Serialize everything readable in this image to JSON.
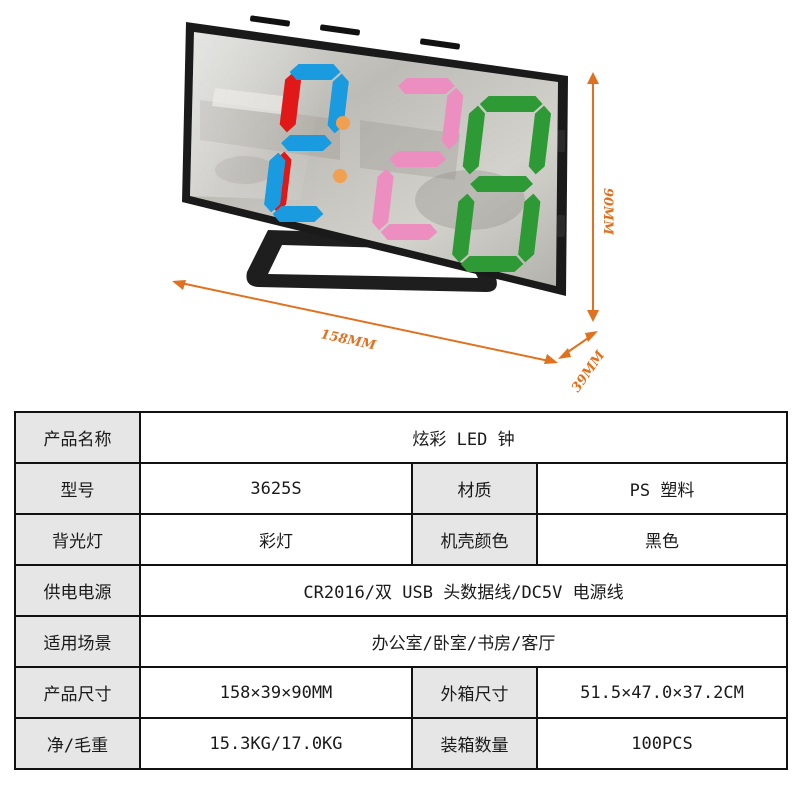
{
  "dimensions": {
    "width": "158MM",
    "depth": "39MM",
    "height": "90MM"
  },
  "clock_display": {
    "digits": [
      "1",
      "2",
      "2",
      "8"
    ],
    "digit_colors": [
      "#e01818",
      "#1a9be0",
      "#ec8fc0",
      "#2e9a35"
    ],
    "colon_color": "#f0a050",
    "body_color": "#1a1a1a"
  },
  "spec_table": {
    "rows": [
      {
        "label": "产品名称",
        "value": "炫彩 LED 钟"
      },
      {
        "label": "型号",
        "value": "3625S",
        "label2": "材质",
        "value2": "PS 塑料"
      },
      {
        "label": "背光灯",
        "value": "彩灯",
        "label2": "机壳颜色",
        "value2": "黑色"
      },
      {
        "label": "供电电源",
        "value": "CR2016/双 USB 头数据线/DC5V 电源线"
      },
      {
        "label": "适用场景",
        "value": "办公室/卧室/书房/客厅"
      },
      {
        "label": "产品尺寸",
        "value": "158×39×90MM",
        "label2": "外箱尺寸",
        "value2": "51.5×47.0×37.2CM"
      },
      {
        "label": "净/毛重",
        "value": "15.3KG/17.0KG",
        "label2": "装箱数量",
        "value2": "100PCS"
      }
    ]
  }
}
